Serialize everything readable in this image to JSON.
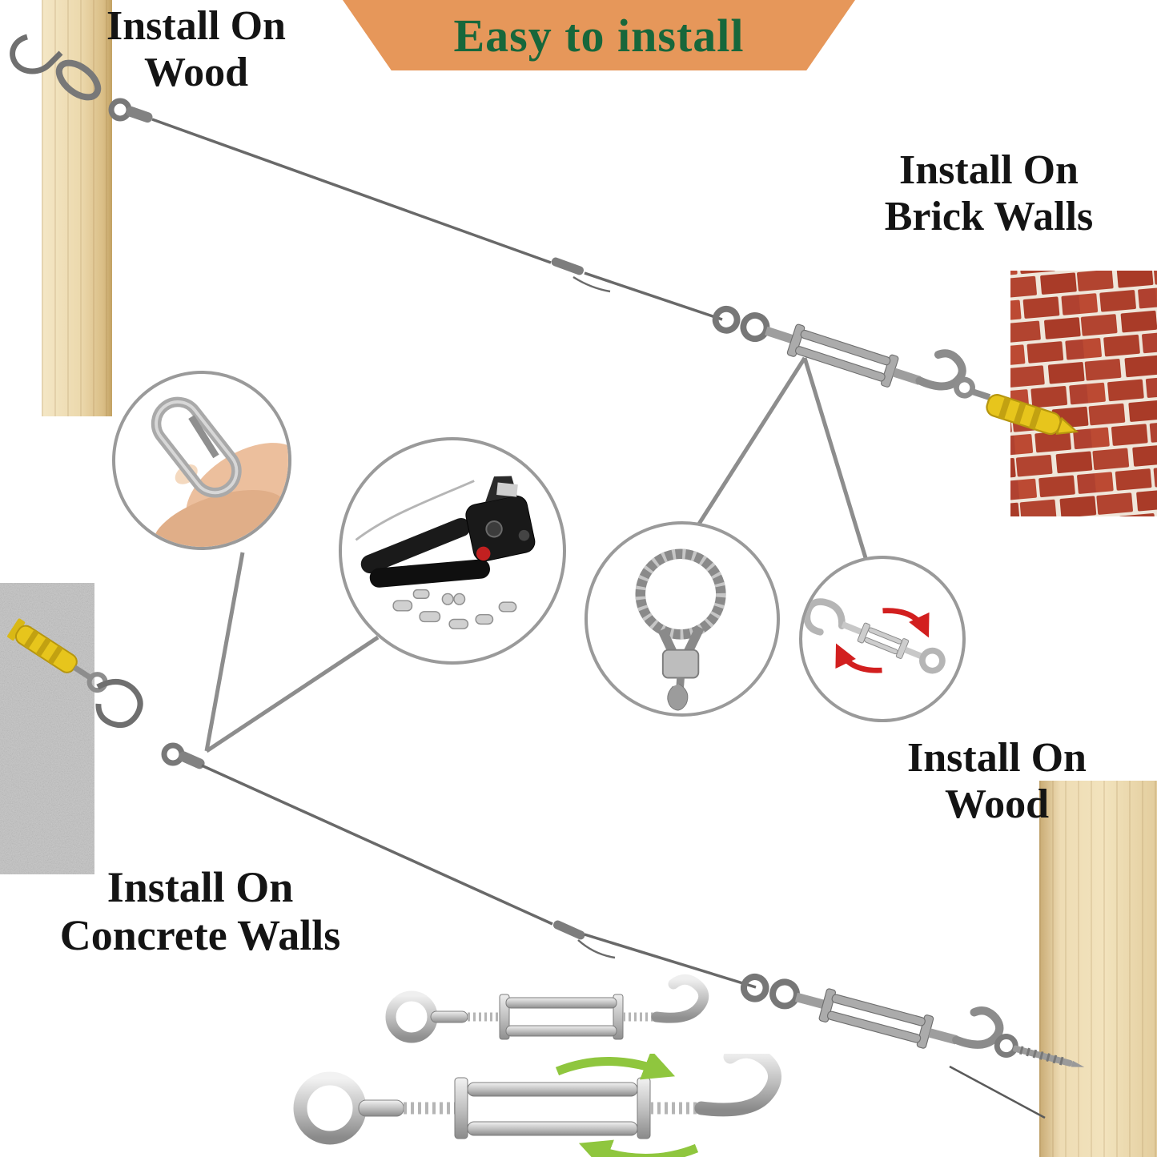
{
  "banner": {
    "label": "Easy to install"
  },
  "labels": {
    "wood_top": {
      "line1": "Install On",
      "line2": "Wood"
    },
    "brick": {
      "line1": "Install On",
      "line2": "Brick Walls"
    },
    "wood_right": {
      "line1": "Install On",
      "line2": "Wood"
    },
    "concrete": {
      "line1": "Install On",
      "line2": "Concrete Walls"
    }
  },
  "icons": {
    "callout1": "carabiner-snap-hook-held-by-hand",
    "callout2": "cable-crimping-tool-with-ferrules",
    "callout3": "wire-rope-loop-with-crimp-sleeve",
    "callout4": "turnbuckle-with-rotation-arrows",
    "product1": "eye-and-hook-turnbuckle",
    "product2": "eye-and-hook-turnbuckle-with-green-rotation-arrows",
    "hardware": "wire-cable-with-turnbuckles-hooks-and-wall-anchors"
  },
  "colors": {
    "banner_bg": "#e6975a",
    "banner_text": "#17673b",
    "label_text": "#141414",
    "cable_gray": "#696969",
    "hardware_gray": "#ababab",
    "callout_line": "#8d8d8d",
    "anchor_yellow": "#e7c51c",
    "arrow_red": "#d21f1f",
    "arrow_green": "#8fc63e",
    "brick_red": "#b24430",
    "mortar": "#efe6da",
    "wood_tan": "#ecd9ad",
    "concrete_gray": "#c9c9c9"
  }
}
